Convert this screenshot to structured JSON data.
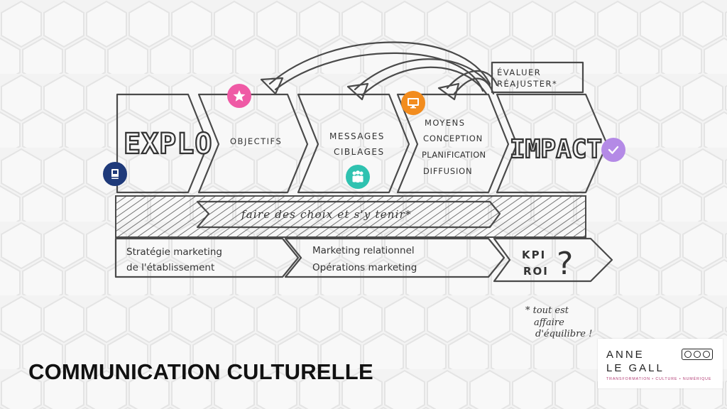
{
  "title": "COMMUNICATION CULTURELLE",
  "steps": {
    "explo": "EXPLO",
    "objectifs": "OBJECTIFS",
    "messages": [
      "MESSAGES",
      "CIBLAGES"
    ],
    "moyens": [
      "MOYENS",
      "CONCEPTION",
      "PLANIFICATION",
      "DIFFUSION"
    ],
    "impact": "IMPACT"
  },
  "feedback": [
    "ÉVALUER",
    "RÉAJUSTER*"
  ],
  "banner": "faire des choix et s'y tenir*",
  "bottom": {
    "strategie": [
      "Stratégie marketing",
      "de l'établissement"
    ],
    "marketing": [
      "Marketing relationnel",
      "Opérations marketing"
    ],
    "kpi": [
      "KPI",
      "ROI"
    ],
    "question": "?"
  },
  "footnote": [
    "* tout est",
    "affaire",
    "d'équilibre !"
  ],
  "badges": {
    "book": {
      "icon": "book-icon",
      "color": "#1f3a7a"
    },
    "star": {
      "icon": "star-icon",
      "color": "#ef5aa5"
    },
    "people": {
      "icon": "people-icon",
      "color": "#2fc2b0"
    },
    "monitor": {
      "icon": "monitor-icon",
      "color": "#f28c1e"
    },
    "check": {
      "icon": "check-icon",
      "color": "#b48ae6"
    }
  },
  "logo": {
    "line1": "ANNE",
    "line2": "LE GALL",
    "tagline": "TRANSFORMATION • CULTURE • NUMÉRIQUE",
    "license": "cc-by-nc-icon"
  }
}
